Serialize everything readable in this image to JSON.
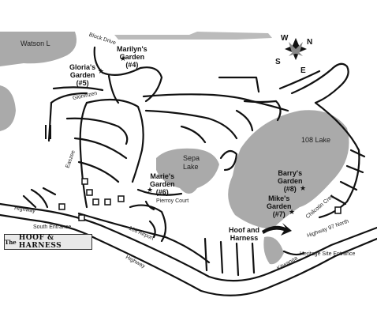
{
  "map": {
    "lakes": {
      "watson": "Watson L",
      "sepa_line1": "Sepa",
      "sepa_line2": "Lake",
      "lake108": "108 Lake"
    },
    "gardens": {
      "marilyn": {
        "name": "Marilyn's",
        "word": "Garden",
        "num": "(#4)"
      },
      "gloria": {
        "name": "Gloria's",
        "word": "Garden",
        "num": "(#5)"
      },
      "marie": {
        "name": "Marie's",
        "word": "Garden",
        "num": "(#6)"
      },
      "barry": {
        "name": "Barry's",
        "word": "Garden",
        "num": "(#8)"
      },
      "mike": {
        "name": "Mike's",
        "word": "Garden",
        "num": "(#7)"
      }
    },
    "venue": {
      "line1": "Hoof and",
      "line2": "Harness"
    },
    "roads": {
      "block_drive": "Block Drive",
      "gloninzen": "Gloninzen",
      "easzee": "Easzee",
      "pierroy": "Pierroy Court",
      "highway_left": "Highway",
      "highway_bottom": "Highway",
      "highway97": "Highway 97 North",
      "south_entrance": "South Entrance",
      "airport": "108 Airport",
      "heritage": "Heritage Site Entrance",
      "kitwanga": "Kitwanga",
      "chilcotin": "Chilcotin Cres"
    },
    "compass": {
      "w": "W",
      "n": "N",
      "s": "S",
      "e": "E"
    },
    "sign": {
      "the": "The",
      "name": "HOOF & HARNESS"
    }
  }
}
